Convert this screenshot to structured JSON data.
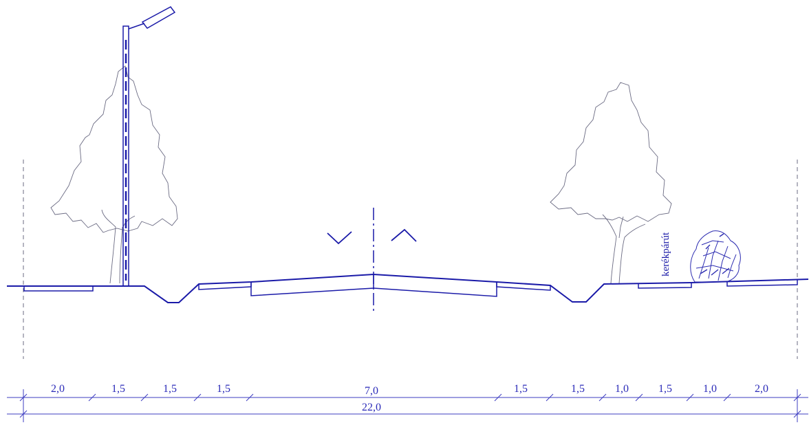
{
  "segments": [
    {
      "label": "2,0"
    },
    {
      "label": "1,5"
    },
    {
      "label": "1,5"
    },
    {
      "label": "1,5"
    },
    {
      "label": "7,0"
    },
    {
      "label": "1,5"
    },
    {
      "label": "1,5"
    },
    {
      "label": "1,0"
    },
    {
      "label": "1,5"
    },
    {
      "label": "1,0"
    },
    {
      "label": "2,0"
    }
  ],
  "total": "22,0",
  "bike_path_label": "kerékpárút",
  "colors": {
    "line": "#1a1aa8",
    "dimension": "#3c3cc0",
    "tree": "#6a6a82",
    "shrub": "#2a2ab0"
  }
}
